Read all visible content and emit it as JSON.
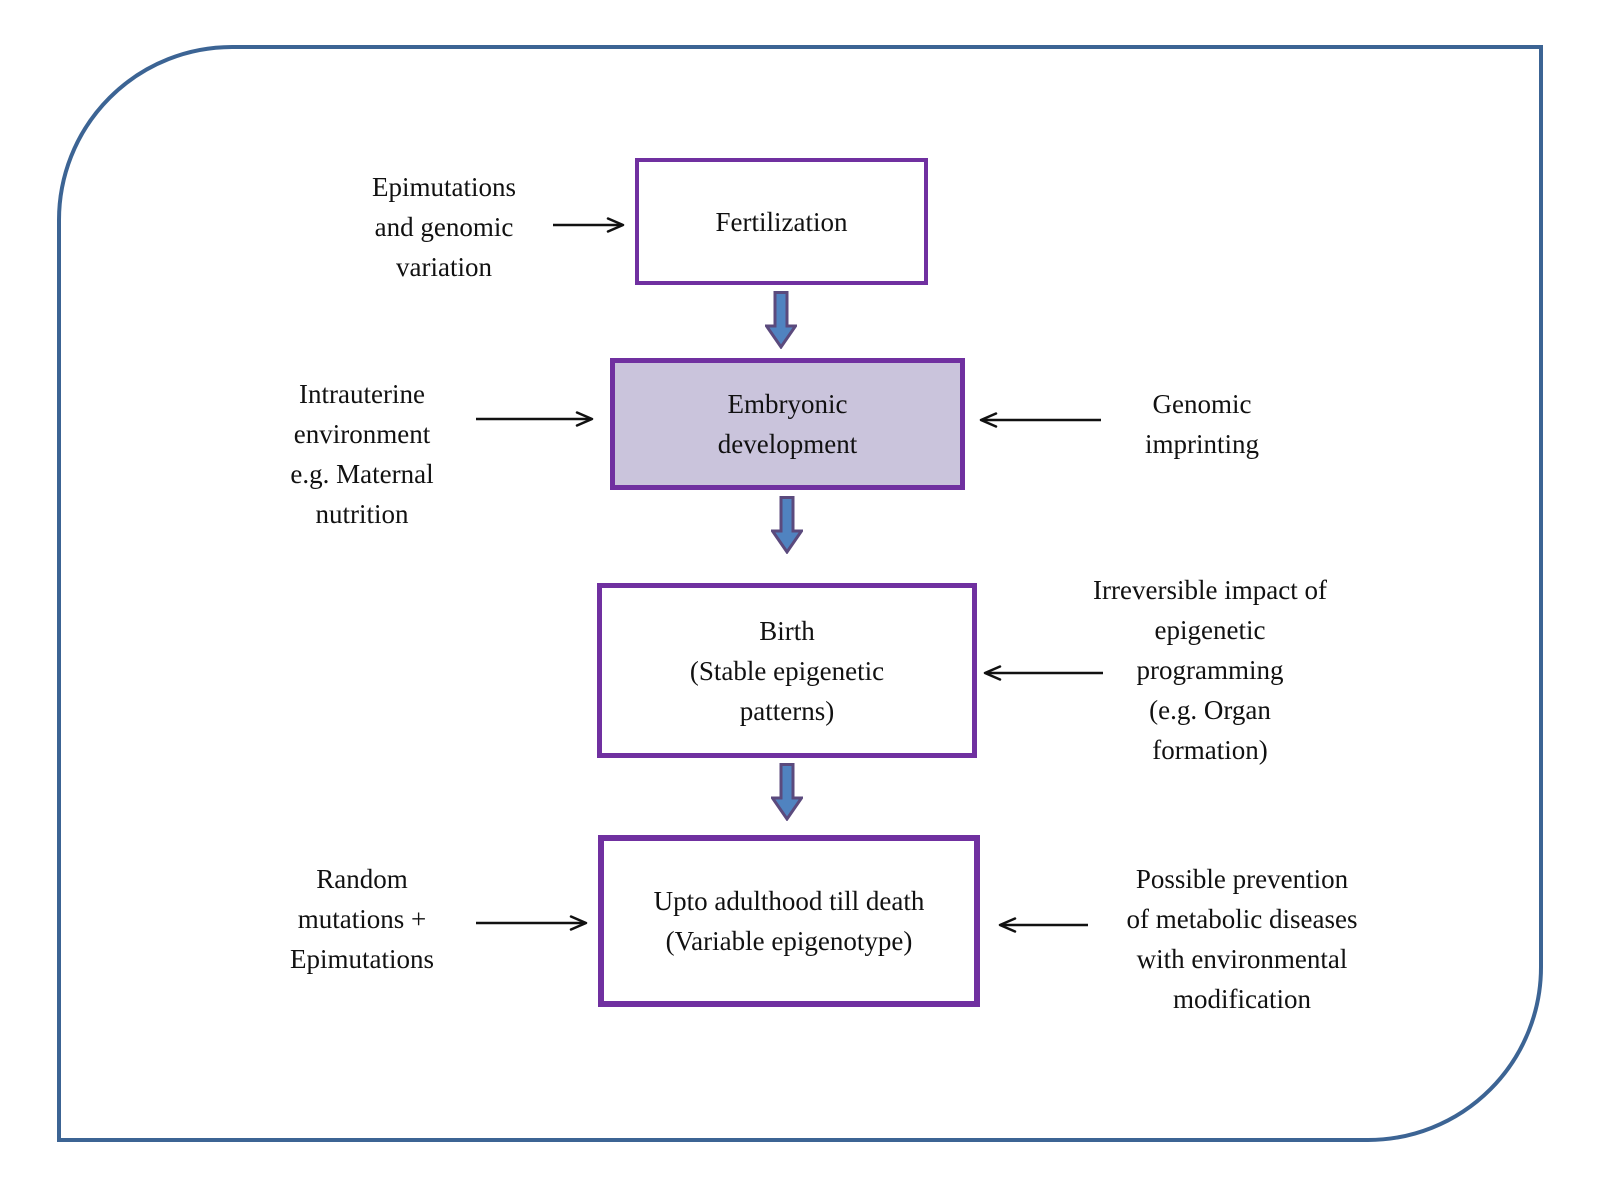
{
  "diagram": {
    "nodes": [
      {
        "id": "fertilization",
        "label": "Fertilization",
        "highlighted": false
      },
      {
        "id": "embryonic-development",
        "label": "Embryonic\ndevelopment",
        "highlighted": true
      },
      {
        "id": "birth",
        "label": "Birth\n(Stable epigenetic\npatterns)",
        "highlighted": false
      },
      {
        "id": "adulthood",
        "label": "Upto adulthood till death\n(Variable epigenotype)",
        "highlighted": false
      }
    ],
    "flow_arrows": [
      {
        "from": "fertilization",
        "to": "embryonic-development",
        "direction": "down"
      },
      {
        "from": "embryonic-development",
        "to": "birth",
        "direction": "down"
      },
      {
        "from": "birth",
        "to": "adulthood",
        "direction": "down"
      }
    ],
    "side_labels": [
      {
        "id": "epimutations-genomic-variation",
        "side": "left",
        "target": "fertilization",
        "text": "Epimutations\nand genomic\nvariation"
      },
      {
        "id": "intrauterine-environment",
        "side": "left",
        "target": "embryonic-development",
        "text": "Intrauterine\nenvironment\ne.g. Maternal\nnutrition"
      },
      {
        "id": "genomic-imprinting",
        "side": "right",
        "target": "embryonic-development",
        "text": "Genomic\nimprinting"
      },
      {
        "id": "irreversible-impact",
        "side": "right",
        "target": "birth",
        "text": "Irreversible impact of\nepigenetic\nprogramming\n(e.g. Organ\nformation)"
      },
      {
        "id": "random-mutations",
        "side": "left",
        "target": "adulthood",
        "text": "Random\nmutations +\nEpimutations"
      },
      {
        "id": "possible-prevention",
        "side": "right",
        "target": "adulthood",
        "text": "Possible prevention\nof metabolic diseases\nwith environmental\nmodification"
      }
    ],
    "colors": {
      "frame_border": "#3c6494",
      "box_border": "#7030a0",
      "box_fill": "#cac4dc",
      "arrow_fill": "#5083c0",
      "arrow_outline": "#5b4a7d",
      "connector": "#111111",
      "text": "#111111"
    }
  }
}
